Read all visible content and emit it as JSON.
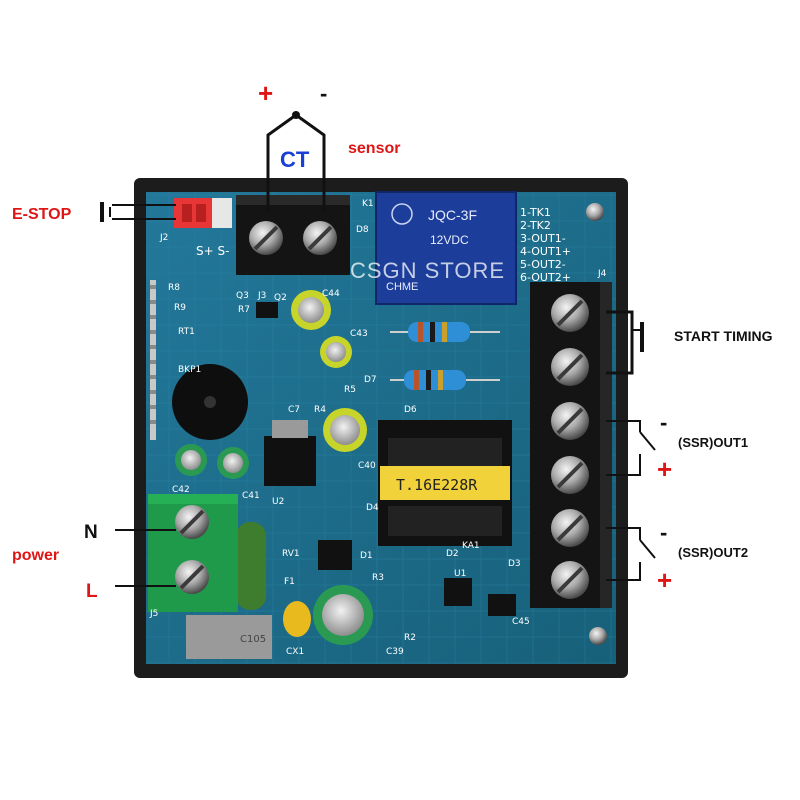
{
  "labels": {
    "ct": "CT",
    "sensor": "sensor",
    "plus": "+",
    "minus": "-",
    "estop": "E-STOP",
    "n": "N",
    "power": "power",
    "l": "L",
    "start_timing": "START TIMING",
    "out1": "(SSR)OUT1",
    "out2": "(SSR)OUT2"
  },
  "board": {
    "watermark": "CSGN STORE",
    "relay_text": [
      "JQC-3F",
      "12VDC",
      "CHME"
    ],
    "transformer_text": "T.16E228R",
    "terminal_silk": [
      "1-TK1",
      "2-TK2",
      "3-OUT1-",
      "4-OUT1+",
      "5-OUT2-",
      "6-OUT2+"
    ],
    "sensor_silk": "S+ S-",
    "silk_labels": [
      "K1",
      "J2",
      "J3",
      "Q2",
      "Q3",
      "R7",
      "R8",
      "R9",
      "RT1",
      "BKP1",
      "C44",
      "C43",
      "C7",
      "R4",
      "R5",
      "D7",
      "D8",
      "D6",
      "C40",
      "D4",
      "U2",
      "C41",
      "C42",
      "RV1",
      "F1",
      "D1",
      "D2",
      "D3",
      "KA1",
      "U1",
      "R3",
      "R2",
      "C45",
      "C39",
      "CX1",
      "J4",
      "J5"
    ],
    "cap_text": "C105"
  },
  "colors": {
    "pcb": "#1e6f8c",
    "enclosure": "#1c1c1c",
    "terminal_black": "#141414",
    "terminal_green": "#1f9a4a",
    "relay_blue": "#1c3d9a",
    "label_red": "#e01515",
    "label_blue": "#1a3fd6"
  }
}
